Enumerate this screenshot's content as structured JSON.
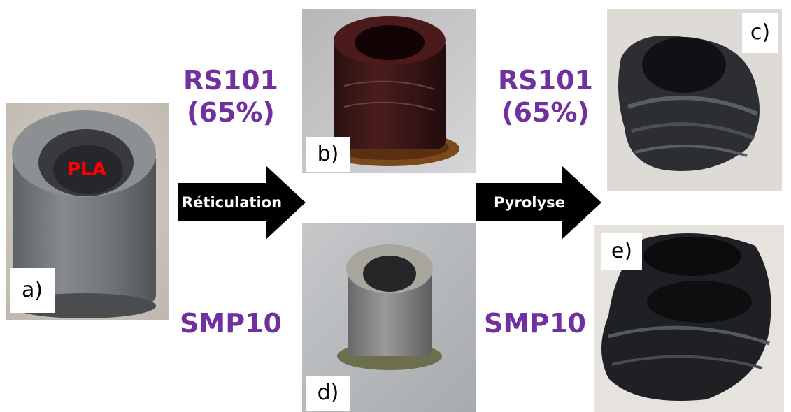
{
  "panels": {
    "a": {
      "label": "a)",
      "material": "PLA"
    },
    "b": {
      "label": "b)"
    },
    "c": {
      "label": "c)"
    },
    "d": {
      "label": "d)"
    },
    "e": {
      "label": "e)"
    }
  },
  "precursors": {
    "top_left": {
      "name": "RS101",
      "percent": "(65%)"
    },
    "top_right": {
      "name": "RS101",
      "percent": "(65%)"
    },
    "bottom_left": {
      "name": "SMP10"
    },
    "bottom_right": {
      "name": "SMP10"
    }
  },
  "arrows": {
    "crosslinking": "Réticulation",
    "pyrolysis": "Pyrolyse"
  },
  "colors": {
    "precursor_text": "#7030a0",
    "pla_text": "#ff0000",
    "arrow": "#000000"
  }
}
